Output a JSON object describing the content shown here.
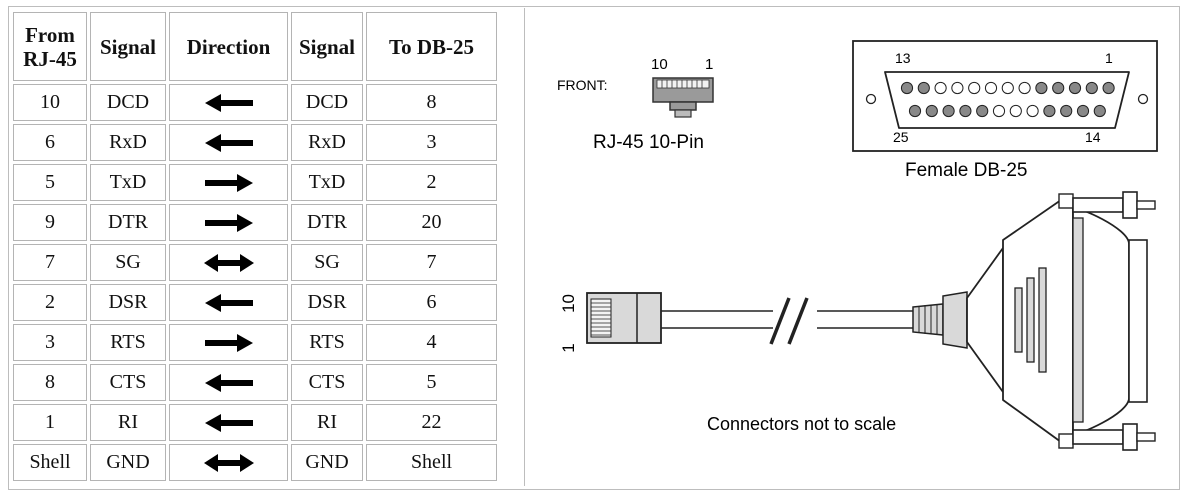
{
  "table": {
    "headers": {
      "from_line1": "From",
      "from_line2": "RJ-45",
      "signal_left": "Signal",
      "direction": "Direction",
      "signal_right": "Signal",
      "to": "To DB-25"
    },
    "rows": [
      {
        "from": "10",
        "signal_left": "DCD",
        "direction": "left",
        "signal_right": "DCD",
        "to": "8"
      },
      {
        "from": "6",
        "signal_left": "RxD",
        "direction": "left",
        "signal_right": "RxD",
        "to": "3"
      },
      {
        "from": "5",
        "signal_left": "TxD",
        "direction": "right",
        "signal_right": "TxD",
        "to": "2"
      },
      {
        "from": "9",
        "signal_left": "DTR",
        "direction": "right",
        "signal_right": "DTR",
        "to": "20"
      },
      {
        "from": "7",
        "signal_left": "SG",
        "direction": "both",
        "signal_right": "SG",
        "to": "7"
      },
      {
        "from": "2",
        "signal_left": "DSR",
        "direction": "left",
        "signal_right": "DSR",
        "to": "6"
      },
      {
        "from": "3",
        "signal_left": "RTS",
        "direction": "right",
        "signal_right": "RTS",
        "to": "4"
      },
      {
        "from": "8",
        "signal_left": "CTS",
        "direction": "left",
        "signal_right": "CTS",
        "to": "5"
      },
      {
        "from": "1",
        "signal_left": "RI",
        "direction": "left",
        "signal_right": "RI",
        "to": "22"
      },
      {
        "from": "Shell",
        "signal_left": "GND",
        "direction": "both",
        "signal_right": "GND",
        "to": "Shell"
      }
    ]
  },
  "diagram": {
    "front_label": "FRONT:",
    "rj45_pin_high": "10",
    "rj45_pin_low": "1",
    "rj45_caption": "RJ-45 10-Pin",
    "db25_pin_13": "13",
    "db25_pin_1": "1",
    "db25_pin_25": "25",
    "db25_pin_14": "14",
    "db25_caption": "Female DB-25",
    "plug_pin_high": "10",
    "plug_pin_low": "1",
    "note": "Connectors not to scale"
  }
}
